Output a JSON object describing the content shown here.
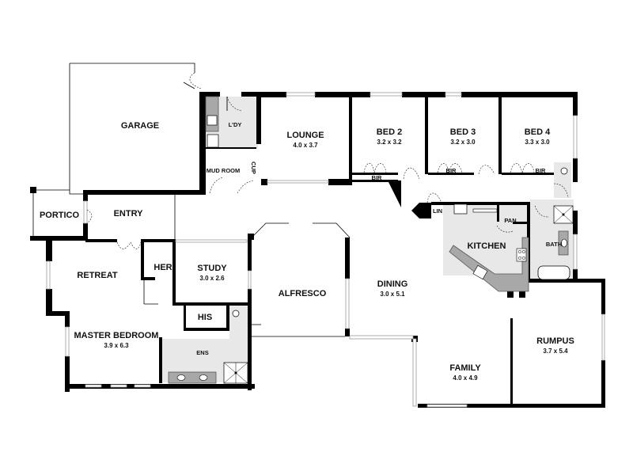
{
  "plan": {
    "type": "residential floor plan",
    "rooms": [
      {
        "id": "garage",
        "name": "GARAGE",
        "dims": ""
      },
      {
        "id": "laundry",
        "name": "L'DY",
        "dims": ""
      },
      {
        "id": "mudroom",
        "name": "MUD ROOM",
        "dims": ""
      },
      {
        "id": "cup",
        "name": "CUP",
        "dims": ""
      },
      {
        "id": "lounge",
        "name": "LOUNGE",
        "dims": "4.0 x 3.7"
      },
      {
        "id": "bed2",
        "name": "BED 2",
        "dims": "3.2 x 3.2"
      },
      {
        "id": "bed3",
        "name": "BED 3",
        "dims": "3.2 x 3.0"
      },
      {
        "id": "bed4",
        "name": "BED 4",
        "dims": "3.3 x 3.0"
      },
      {
        "id": "bir2",
        "name": "BIR",
        "dims": ""
      },
      {
        "id": "bir3",
        "name": "BIR",
        "dims": ""
      },
      {
        "id": "bir4",
        "name": "BIR",
        "dims": ""
      },
      {
        "id": "portico",
        "name": "PORTICO",
        "dims": ""
      },
      {
        "id": "entry",
        "name": "ENTRY",
        "dims": ""
      },
      {
        "id": "lin",
        "name": "LIN",
        "dims": ""
      },
      {
        "id": "pantry",
        "name": "PAN",
        "dims": ""
      },
      {
        "id": "kitchen",
        "name": "KITCHEN",
        "dims": ""
      },
      {
        "id": "bath",
        "name": "BATH",
        "dims": ""
      },
      {
        "id": "retreat",
        "name": "RETREAT",
        "dims": ""
      },
      {
        "id": "her",
        "name": "HER",
        "dims": ""
      },
      {
        "id": "study",
        "name": "STUDY",
        "dims": "3.0 x 2.6"
      },
      {
        "id": "his",
        "name": "HIS",
        "dims": ""
      },
      {
        "id": "alfresco",
        "name": "ALFRESCO",
        "dims": ""
      },
      {
        "id": "dining",
        "name": "DINING",
        "dims": "3.0 x 5.1"
      },
      {
        "id": "master",
        "name": "MASTER BEDROOM",
        "dims": "3.9 x 6.3"
      },
      {
        "id": "ens",
        "name": "ENS",
        "dims": ""
      },
      {
        "id": "family",
        "name": "FAMILY",
        "dims": "4.0 x 4.9"
      },
      {
        "id": "rumpus",
        "name": "RUMPUS",
        "dims": "3.7 x 5.4"
      }
    ],
    "labels": {
      "garage": "GARAGE",
      "laundry": "L'DY",
      "mudroom": "MUD ROOM",
      "cup": "CUP",
      "lounge": "LOUNGE",
      "lounge_dims": "4.0 x 3.7",
      "bed2": "BED 2",
      "bed2_dims": "3.2 x 3.2",
      "bed3": "BED 3",
      "bed3_dims": "3.2 x 3.0",
      "bed4": "BED 4",
      "bed4_dims": "3.3 x 3.0",
      "bir": "BIR",
      "portico": "PORTICO",
      "entry": "ENTRY",
      "lin": "LIN",
      "pan": "PAN",
      "kitchen": "KITCHEN",
      "bath": "BATH",
      "retreat": "RETREAT",
      "her": "HER",
      "study": "STUDY",
      "study_dims": "3.0 x 2.6",
      "his": "HIS",
      "alfresco": "ALFRESCO",
      "dining": "DINING",
      "dining_dims": "3.0 x 5.1",
      "master": "MASTER BEDROOM",
      "master_dims": "3.9 x 6.3",
      "ens": "ENS",
      "family": "FAMILY",
      "family_dims": "4.0 x 4.9",
      "rumpus": "RUMPUS",
      "rumpus_dims": "3.7 x 5.4"
    },
    "colors": {
      "wall": "#000000",
      "wet_area": "#e8e8e8",
      "benchtop": "#a8a8a8",
      "background": "#ffffff"
    }
  }
}
